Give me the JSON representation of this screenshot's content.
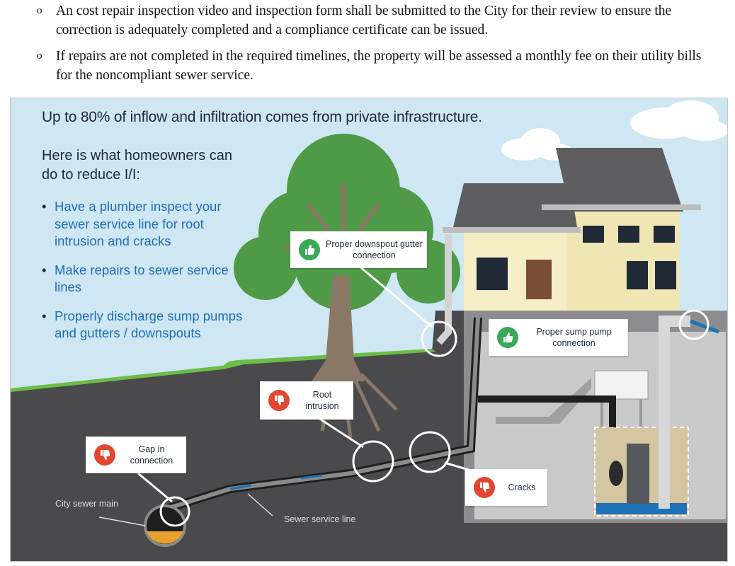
{
  "document": {
    "bullets": [
      {
        "mark": "o",
        "text": "An cost repair inspection video and inspection form shall be submitted to the City for their review to ensure the correction is adequately completed and a compliance certificate can be issued."
      },
      {
        "mark": "o",
        "text": "If repairs are not completed in the required timelines, the property will be assessed a monthly fee on their utility bills for the noncompliant sewer service."
      }
    ]
  },
  "infographic": {
    "heading": "Up to 80% of inflow and infiltration comes from private infrastructure.",
    "subheading": "Here is what homeowners can do to reduce I/I:",
    "tips": [
      "Have a plumber inspect your sewer service line for root intrusion and cracks",
      "Make repairs to sewer service lines",
      "Properly discharge sump pumps and gutters / downspouts"
    ],
    "labels": {
      "downspout": "Proper downspout gutter connection",
      "sump": "Proper sump pump connection",
      "root": "Root intrusion",
      "gap": "Gap in connection",
      "cracks": "Cracks",
      "city_main": "City sewer main",
      "service_line": "Sewer service line"
    },
    "colors": {
      "sky": "#cfe6f3",
      "ground": "#4a4a4c",
      "grass": "#6cbd45",
      "tree": "#4f9a47",
      "house_wall": "#efe6b3",
      "roof": "#5e5e60",
      "good_badge": "#3aa957",
      "bad_badge": "#e2462f",
      "tip_text": "#1d6fb8",
      "water": "#1e72b8"
    }
  }
}
